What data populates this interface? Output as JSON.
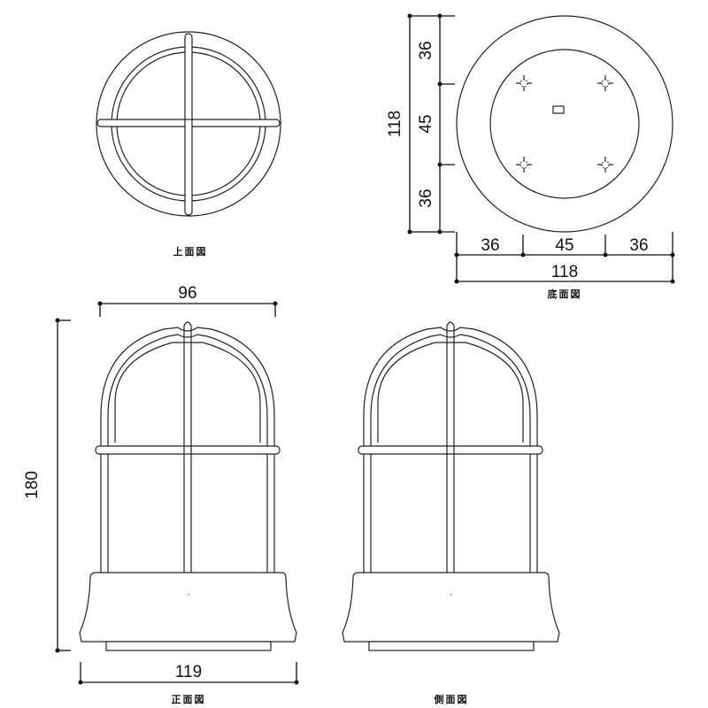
{
  "views": {
    "top": {
      "caption": "上面図"
    },
    "bottom": {
      "caption": "底面図",
      "dims": {
        "v_total": "118",
        "v_top": "36",
        "v_mid": "45",
        "v_bot": "36",
        "h_left": "36",
        "h_mid": "45",
        "h_right": "36",
        "h_total": "118"
      }
    },
    "front": {
      "caption": "正面図",
      "dims": {
        "cage_width": "96",
        "height": "180",
        "base_width": "119"
      }
    },
    "side": {
      "caption": "側面図"
    }
  },
  "colors": {
    "line": "#222222",
    "background": "#ffffff"
  }
}
